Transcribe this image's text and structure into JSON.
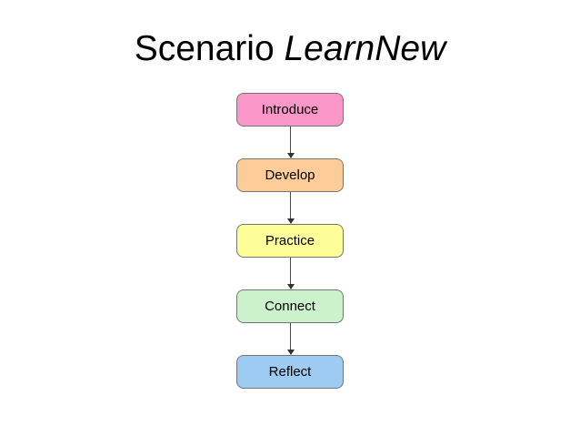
{
  "background_color": "#FFFFFF",
  "title": {
    "regular": "Scenario ",
    "italic": "LearnNew"
  },
  "flowchart": {
    "type": "vertical-flow",
    "steps": [
      {
        "label": "Introduce",
        "color": "#FA96C8"
      },
      {
        "label": "Develop",
        "color": "#FECC99"
      },
      {
        "label": "Practice",
        "color": "#FEFE99"
      },
      {
        "label": "Connect",
        "color": "#CCF2CB"
      },
      {
        "label": "Reflect",
        "color": "#9DCBF2"
      }
    ],
    "border_color": "#757575",
    "connector_color": "#4a4a4a",
    "arrowhead_color": "#333333"
  }
}
